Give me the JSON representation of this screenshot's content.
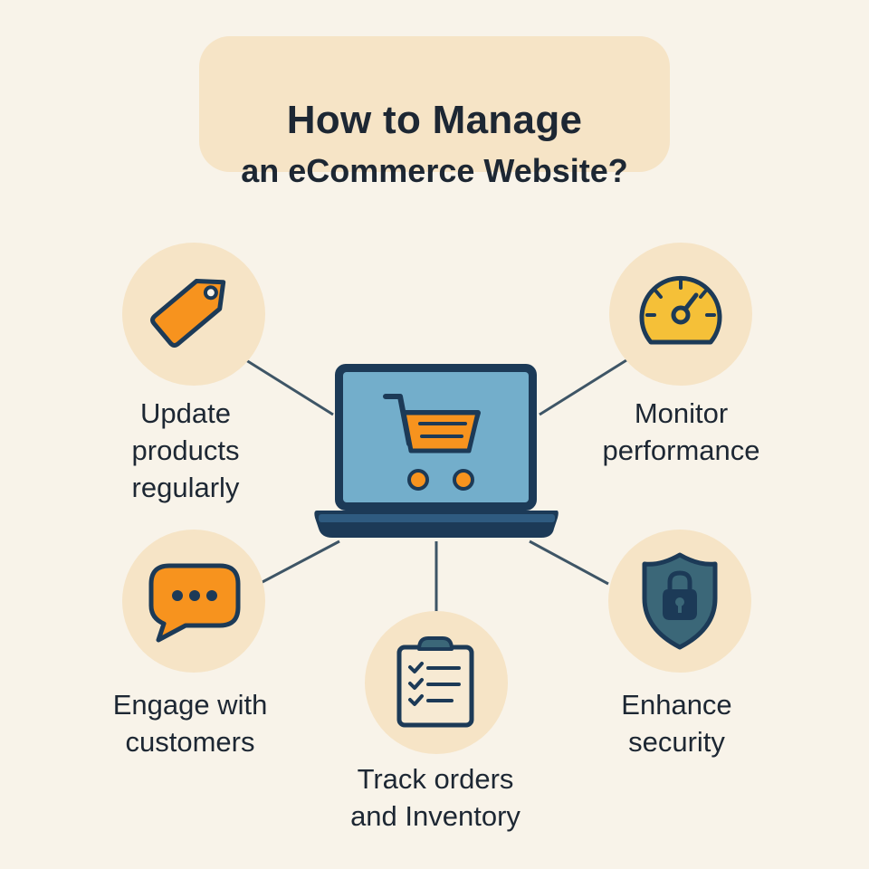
{
  "title": {
    "line1": "How to Manage",
    "line2": "an eCommerce Website?"
  },
  "center": {
    "icon": "laptop-shopping-cart-icon"
  },
  "items": [
    {
      "id": "update-products",
      "label": "Update\nproducts\nregularly",
      "icon": "price-tag-icon"
    },
    {
      "id": "monitor-performance",
      "label": "Monitor\nperformance",
      "icon": "speedometer-icon"
    },
    {
      "id": "engage-customers",
      "label": "Engage with\ncustomers",
      "icon": "chat-bubble-icon"
    },
    {
      "id": "track-orders",
      "label": "Track orders\nand Inventory",
      "icon": "clipboard-checklist-icon"
    },
    {
      "id": "enhance-security",
      "label": "Enhance\nsecurity",
      "icon": "shield-lock-icon"
    }
  ],
  "colors": {
    "background": "#f8f3e9",
    "accent_bg": "#f6e4c6",
    "orange": "#f7931e",
    "yellow": "#f5c038",
    "navy": "#1c3a57",
    "screen_blue": "#73aecb",
    "shield_teal": "#3b6778",
    "text": "#1d2733"
  }
}
